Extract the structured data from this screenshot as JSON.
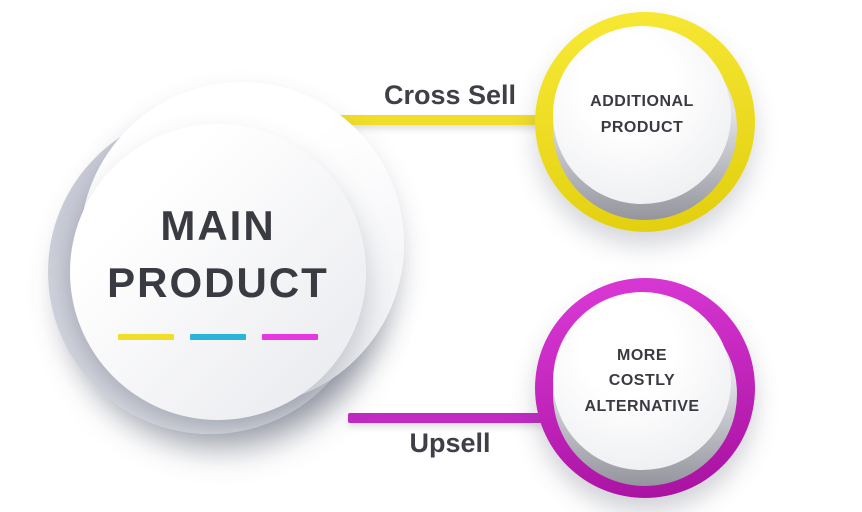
{
  "colors": {
    "accent_yellow": "#F1DE29",
    "accent_cyan": "#2BB4D9",
    "accent_magenta": "#C12BC4",
    "dash_magenta": "#E637E0",
    "title_text": "#3A3A42",
    "label_text": "#3F3F47"
  },
  "main_product": {
    "title": "MAIN\nPRODUCT"
  },
  "cross_sell": {
    "connector_label": "Cross Sell",
    "node_title": "ADDITIONAL\nPRODUCT"
  },
  "upsell": {
    "connector_label": "Upsell",
    "node_title": "MORE\nCOSTLY\nALTERNATIVE"
  }
}
